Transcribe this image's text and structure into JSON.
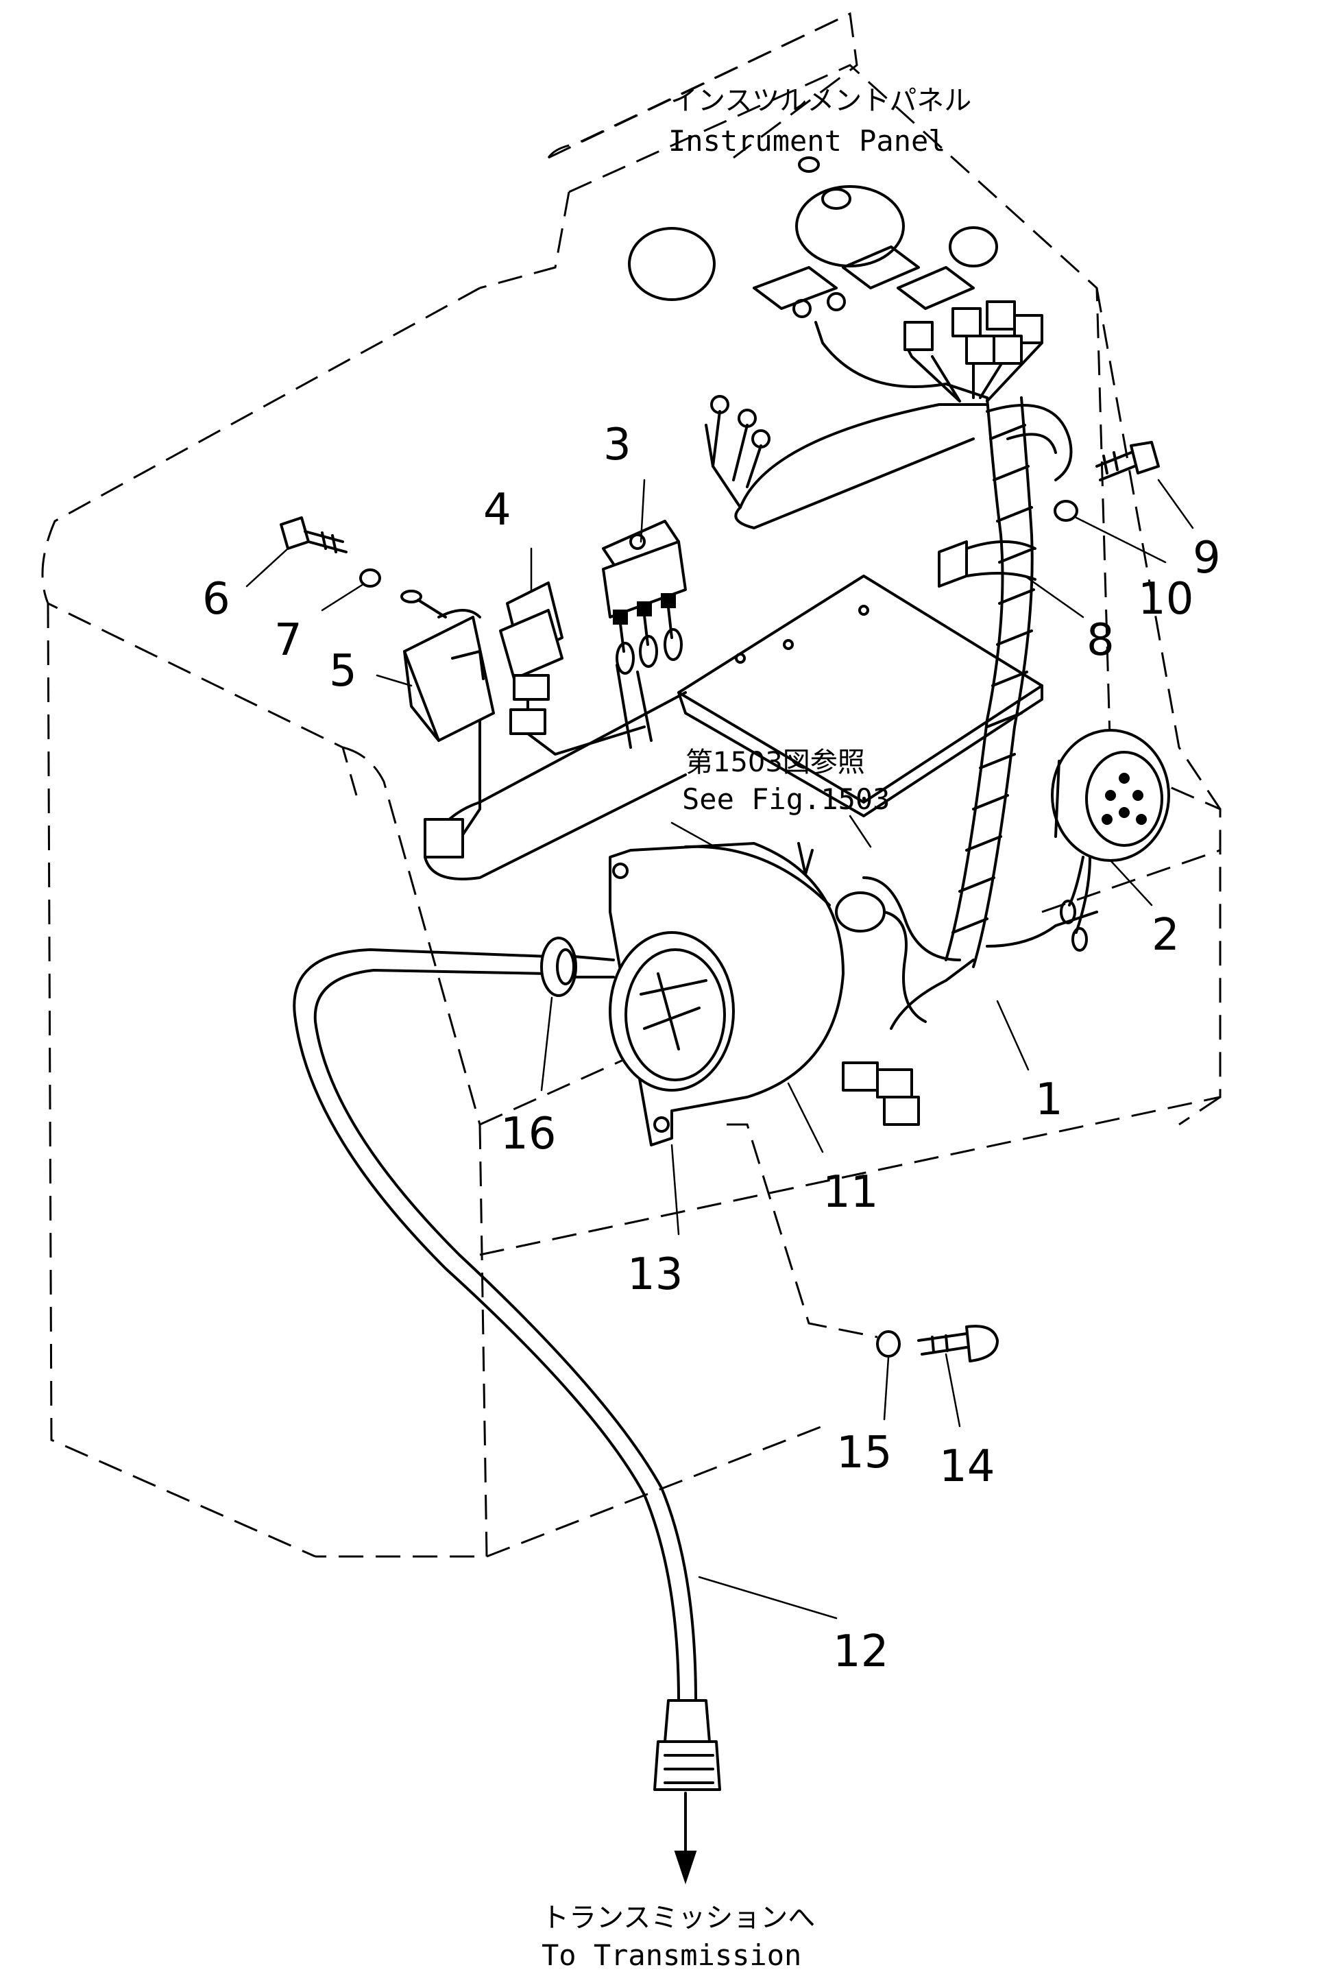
{
  "labels": {
    "instrument_panel_jp": "インスツルメントパネル",
    "instrument_panel_en": "Instrument Panel",
    "see_fig_jp": "第1503図参照",
    "see_fig_en": "See Fig.1503",
    "to_transmission_jp": "トランスミッションへ",
    "to_transmission_en": "To Transmission"
  },
  "callouts": [
    "1",
    "2",
    "3",
    "4",
    "5",
    "6",
    "7",
    "8",
    "9",
    "10",
    "11",
    "12",
    "13",
    "14",
    "15",
    "16"
  ]
}
